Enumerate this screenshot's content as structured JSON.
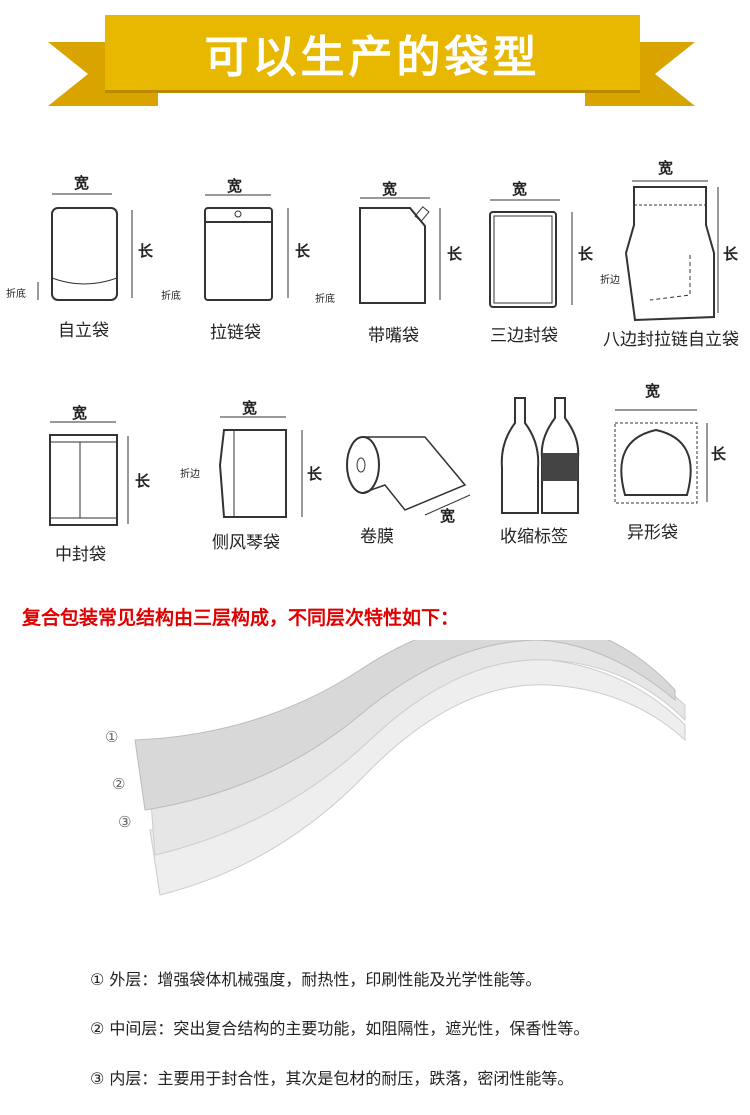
{
  "banner": {
    "title": "可以生产的袋型"
  },
  "dims": {
    "width": "宽",
    "length": "长",
    "fold_bottom": "折底",
    "fold_side": "折边"
  },
  "bags": [
    "自立袋",
    "拉链袋",
    "带嘴袋",
    "三边封袋",
    "八边封拉链自立袋",
    "中封袋",
    "侧风琴袋",
    "卷膜",
    "收缩标签",
    "异形袋"
  ],
  "structure": {
    "heading": "复合包装常见结构由三层构成，不同层次特性如下：",
    "markers": [
      "①",
      "②",
      "③"
    ],
    "layers": [
      "① 外层：增强袋体机械强度，耐热性，印刷性能及光学性能等。",
      "② 中间层：突出复合结构的主要功能，如阻隔性，遮光性，保香性等。",
      "③ 内层：主要用于封合性，其次是包材的耐压，跌落，密闭性能等。"
    ]
  },
  "colors": {
    "banner": "#e8b800",
    "heading": "#e00000"
  }
}
